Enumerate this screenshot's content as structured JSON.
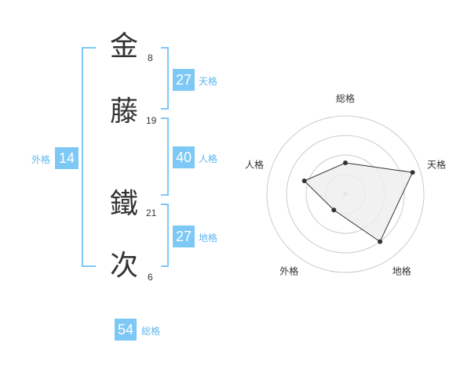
{
  "name": {
    "chars": [
      {
        "char": "金",
        "strokes": "8"
      },
      {
        "char": "藤",
        "strokes": "19"
      },
      {
        "char": "鐵",
        "strokes": "21"
      },
      {
        "char": "次",
        "strokes": "6"
      }
    ]
  },
  "fortune": {
    "ten": {
      "value": "27",
      "label": "天格"
    },
    "jin": {
      "value": "40",
      "label": "人格"
    },
    "chi": {
      "value": "27",
      "label": "地格"
    },
    "gai": {
      "value": "14",
      "label": "外格"
    },
    "sou": {
      "value": "54",
      "label": "総格"
    }
  },
  "chart_data": {
    "type": "radar",
    "axes": [
      "総格",
      "天格",
      "地格",
      "外格",
      "人格"
    ],
    "values": [
      0.4,
      0.9,
      0.75,
      0.25,
      0.55
    ],
    "max": 1,
    "rings": 4,
    "colors": {
      "fill": "#eeeeee",
      "line": "#333333",
      "grid": "#cccccc",
      "badge": "#7ec8f5"
    }
  }
}
